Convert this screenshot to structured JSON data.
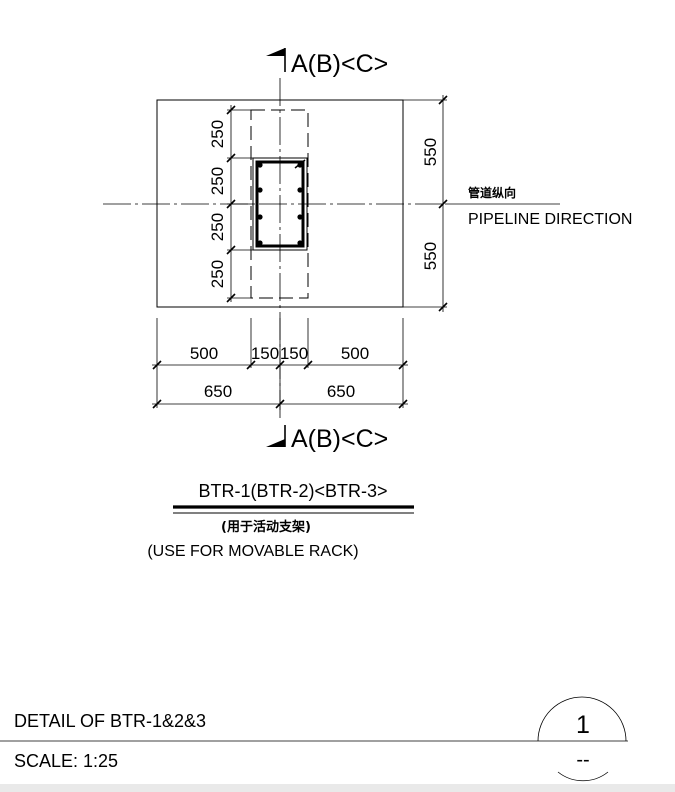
{
  "section_label_top": "A(B)<C>",
  "section_label_bottom": "A(B)<C>",
  "dims_left": [
    "250",
    "250",
    "250",
    "250"
  ],
  "dims_right": [
    "550",
    "550"
  ],
  "dims_bottom_row1": [
    "500",
    "150",
    "150",
    "500"
  ],
  "dims_bottom_row2": [
    "650",
    "650"
  ],
  "direction_cn": "管道纵向",
  "direction_en": "PIPELINE DIRECTION",
  "detail_title": "BTR-1(BTR-2)<BTR-3>",
  "usage_cn": "(用于活动支架)",
  "usage_en": "(USE FOR MOVABLE RACK)",
  "footer_title": "DETAIL OF BTR-1&2&3",
  "footer_scale": "SCALE: 1:25",
  "symbol_number": "1",
  "symbol_sheet": "--"
}
